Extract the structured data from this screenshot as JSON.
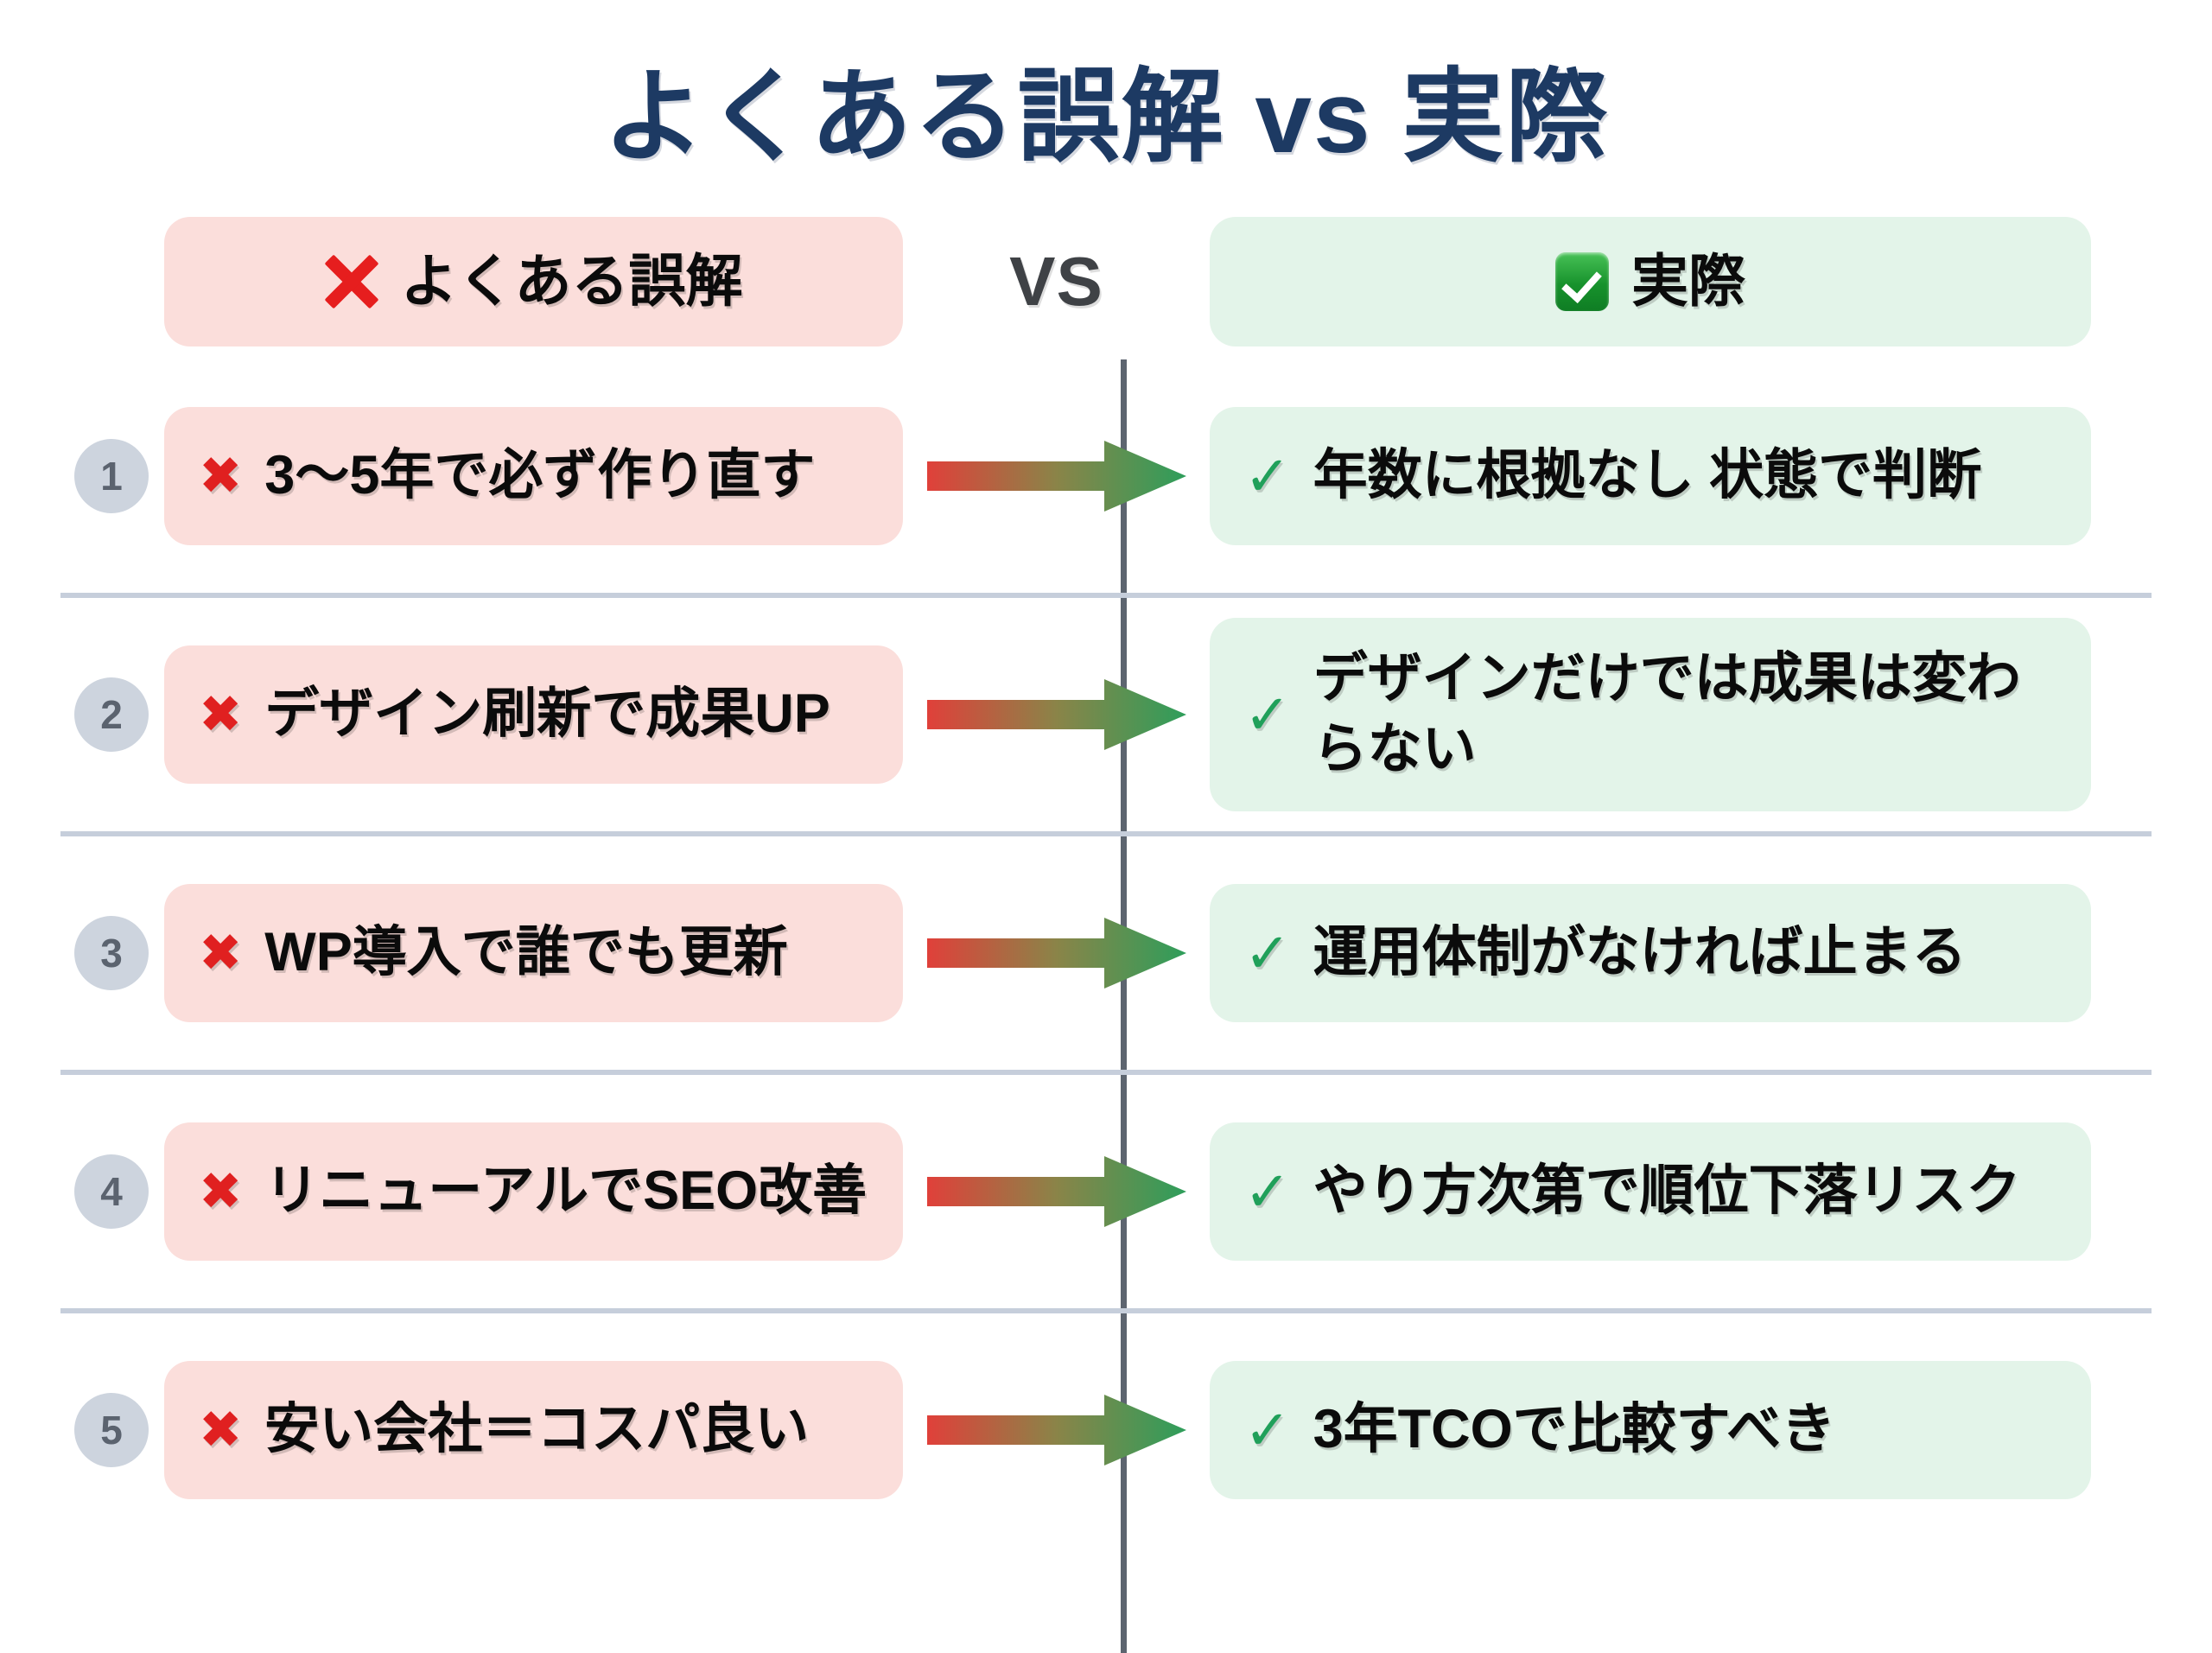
{
  "title": "よくある誤解 vs 実際",
  "headers": {
    "left_label": "よくある誤解",
    "vs_label": "VS",
    "right_label": "実際",
    "left_icon": "cross-mark-emoji",
    "right_icon": "white-check-mark-emoji"
  },
  "colors": {
    "title": "#1d3a63",
    "left_card_bg": "#fbdedb",
    "right_card_bg": "#e3f4e9",
    "cross_mark": "#e02020",
    "check_mark": "#20a05a",
    "badge_bg": "#cdd4de",
    "badge_text": "#5b636f",
    "divider": "#5d6570",
    "separator": "#c6cedb",
    "arrow_start": "#e0403a",
    "arrow_end": "#2e9e5b",
    "vs_text": "#3f4246"
  },
  "rows": [
    {
      "number": "1",
      "misconception": "3〜5年で必ず作り直す",
      "reality": "年数に根拠なし 状態で判断"
    },
    {
      "number": "2",
      "misconception": "デザイン刷新で成果UP",
      "reality": "デザインだけでは成果は変わらない"
    },
    {
      "number": "3",
      "misconception": "WP導入で誰でも更新",
      "reality": "運用体制がなければ止まる"
    },
    {
      "number": "4",
      "misconception": "リニューアルでSEO改善",
      "reality": "やり方次第で順位下落リスク"
    },
    {
      "number": "5",
      "misconception": "安い会社＝コスパ良い",
      "reality": "3年TCOで比較すべき"
    }
  ],
  "marks": {
    "cross": "✖",
    "check": "✓",
    "arrow": "arrow-right-gradient"
  }
}
